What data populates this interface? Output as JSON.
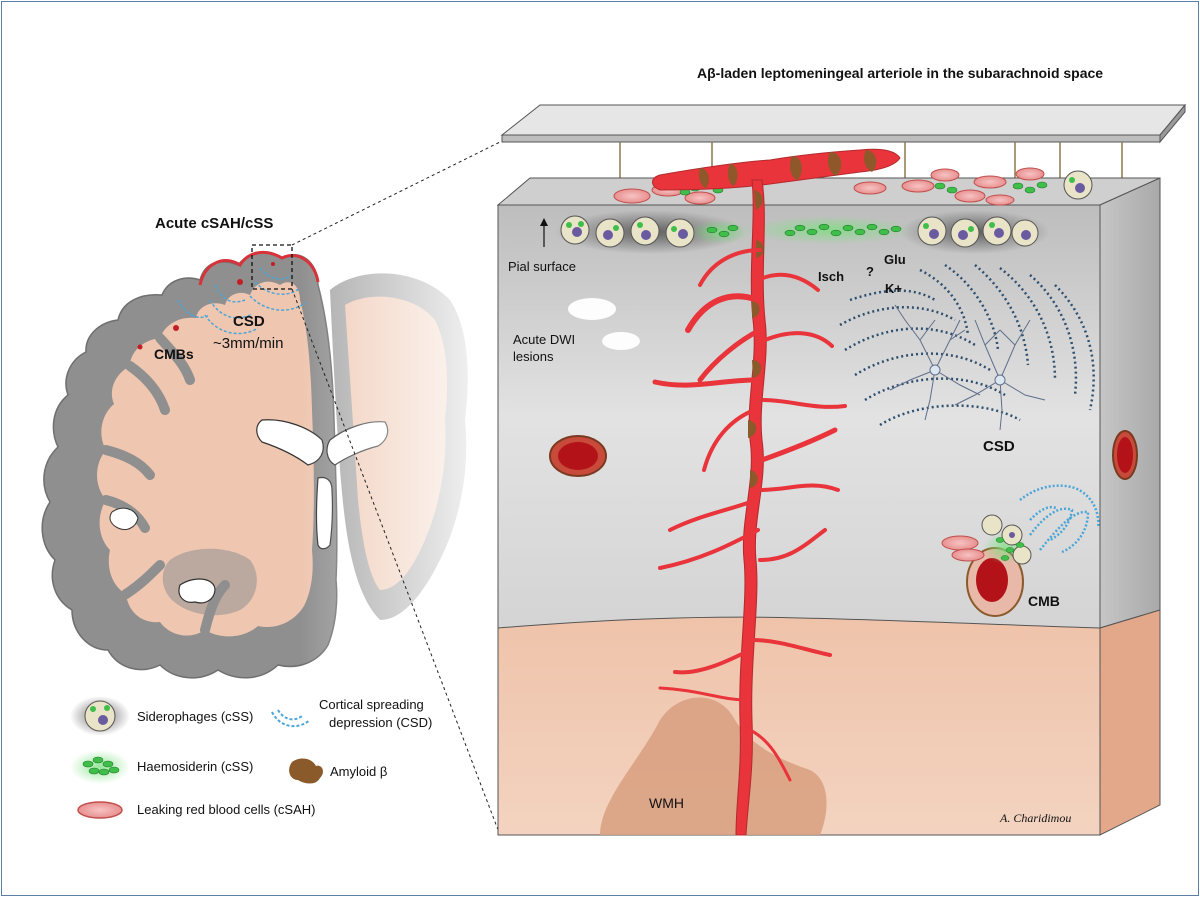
{
  "title": "Aβ-laden leptomeningeal arteriole in the subarachnoid space",
  "brain": {
    "header": "Acute cSAH/cSS",
    "csd_label": "CSD",
    "csd_speed": "~3mm/min",
    "cmbs_label": "CMBs"
  },
  "block": {
    "pial_surface": "Pial surface",
    "dwi_line1": "Acute DWI",
    "dwi_line2": "lesions",
    "isch": "Isch",
    "question": "?",
    "glu": "Glu",
    "k_plus": "K+",
    "csd": "CSD",
    "cmb": "CMB",
    "wmh": "WMH",
    "signature": "A. Charidimou"
  },
  "legend": {
    "siderophages": "Siderophages (cSS)",
    "csd_line1": "Cortical spreading",
    "csd_line2": "depression (CSD)",
    "haemosiderin": "Haemosiderin (cSS)",
    "amyloid": "Amyloid β",
    "rbc": "Leaking red blood cells (cSAH)"
  },
  "colors": {
    "vessel": "#e8343a",
    "amyloid": "#8a5a2b",
    "haemosiderin": "#3fbf4a",
    "cortex_gray": "#8f8f8f",
    "white_matter": "#f1c9b4",
    "csd_wave": "#2f4f6f"
  }
}
